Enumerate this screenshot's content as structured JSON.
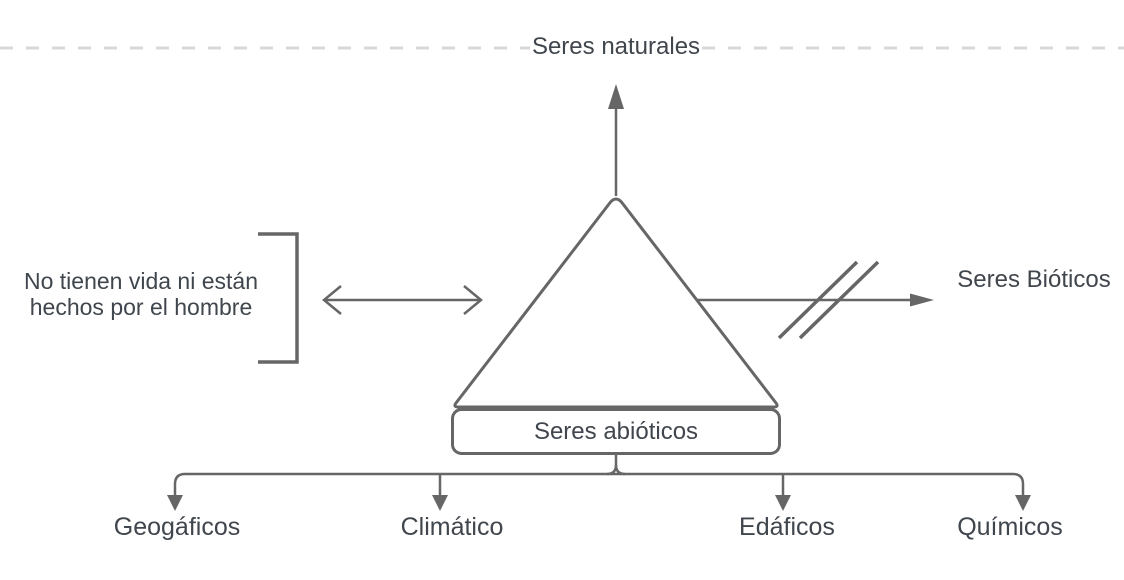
{
  "diagram": {
    "title": "Seres naturales",
    "left_note": {
      "line1": "No tienen vida ni están",
      "line2": "hechos por el hombre"
    },
    "triangle_label": "Seres abióticos",
    "right_label": "Seres Bióticos",
    "bottom_items": [
      "Geogáficos",
      "Climático",
      "Edáficos",
      "Químicos"
    ],
    "palette": {
      "line": "#666666",
      "text": "#40464d",
      "dashed_line": "#d8d8d8",
      "shape_fill": "#ffffff",
      "background": "#ffffff"
    }
  }
}
